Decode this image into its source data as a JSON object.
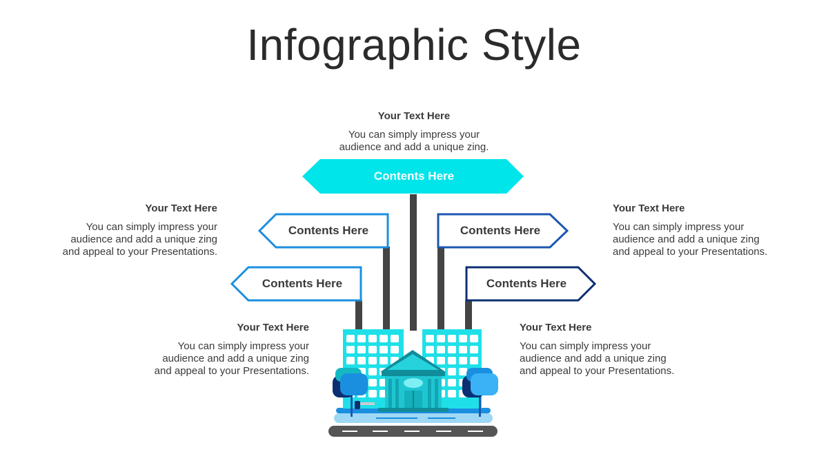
{
  "title": "Infographic Style",
  "signs": {
    "top": "Contents Here",
    "left_upper": "Contents Here",
    "left_lower": "Contents Here",
    "right_upper": "Contents Here",
    "right_lower": "Contents Here"
  },
  "texts": {
    "top": {
      "heading": "Your Text Here",
      "body": "You can simply impress your\naudience and add a unique zing."
    },
    "left_upper": {
      "heading": "Your Text Here",
      "body": "You can simply impress your\naudience and add a unique zing\nand appeal to your Presentations."
    },
    "left_lower": {
      "heading": "Your Text Here",
      "body": "You can simply impress your\naudience and add a unique zing\nand appeal to your Presentations."
    },
    "right_upper": {
      "heading": "Your Text Here",
      "body": "You can simply impress your\naudience and add a unique zing\nand appeal to your Presentations."
    },
    "right_lower": {
      "heading": "Your Text Here",
      "body": "You can simply impress your\naudience and add a unique zing\nand appeal to your Presentations."
    }
  },
  "colors": {
    "cyan": "#00e5ea",
    "sky_blue": "#1a8fe0",
    "mid_blue": "#1c56b0",
    "navy": "#0c2f73",
    "pole": "#444444",
    "building": "#1fe0e8"
  }
}
